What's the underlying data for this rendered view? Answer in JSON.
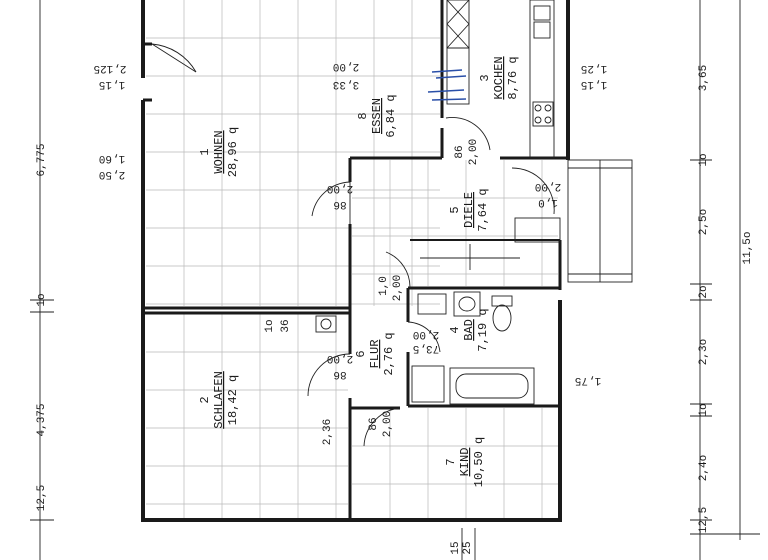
{
  "rooms": [
    {
      "key": "wohnen",
      "num": "1",
      "name": "WOHNEN",
      "area": "28,96 q"
    },
    {
      "key": "schlafen",
      "num": "2",
      "name": "SCHLAFEN",
      "area": "18,42 q"
    },
    {
      "key": "kochen",
      "num": "3",
      "name": "KOCHEN",
      "area": "8,76 q"
    },
    {
      "key": "bad",
      "num": "4",
      "name": "BAD",
      "area": "7,19 q"
    },
    {
      "key": "diele",
      "num": "5",
      "name": "DIELE",
      "area": "7,64 q"
    },
    {
      "key": "flur",
      "num": "6",
      "name": "FLUR",
      "area": "2,76 q"
    },
    {
      "key": "kind",
      "num": "7",
      "name": "KIND",
      "area": "10,50 q"
    },
    {
      "key": "essen",
      "num": "8",
      "name": "ESSEN",
      "area": "6,84 q"
    }
  ],
  "left_dimensions": {
    "total_upper": "6,775",
    "wall_1o": "1o",
    "total_lower": "4,375",
    "bottom": "12,5"
  },
  "right_dimensions": {
    "total": "11,5o",
    "segments": [
      "3,65",
      "1o",
      "2,5o",
      "2o",
      "2,3o",
      "1o",
      "2,4o",
      "12,5"
    ]
  },
  "openings": {
    "window_left_top_a": "1,15",
    "window_left_top_b": "2,125",
    "window_left_mid_a": "1,60",
    "window_left_mid_b": "2,50",
    "window_essen_a": "3,33",
    "window_essen_b": "2,00",
    "window_kochen_a": "1,15",
    "window_kochen_b": "1,25",
    "door_wohnen_a": "86",
    "door_wohnen_b": "2,00",
    "door_kochen_a": "86",
    "door_kochen_b": "2,00",
    "door_diele_a": "1,0",
    "door_diele_b": "2,00",
    "door_flur_a": "86",
    "door_flur_b": "2,00",
    "door_bad_a": "73,5",
    "door_bad_b": "2,00",
    "door_schlafen_a": "86",
    "door_schlafen_b": "2,00",
    "door_kind_a": "86",
    "door_kind_b": "2,00",
    "bad_window": "1,75",
    "chimney_a": "1o",
    "chimney_b": "36",
    "schlafen_window": "2,36",
    "diele_top": "1,0",
    "bottom_a": "25",
    "bottom_b": "15"
  }
}
